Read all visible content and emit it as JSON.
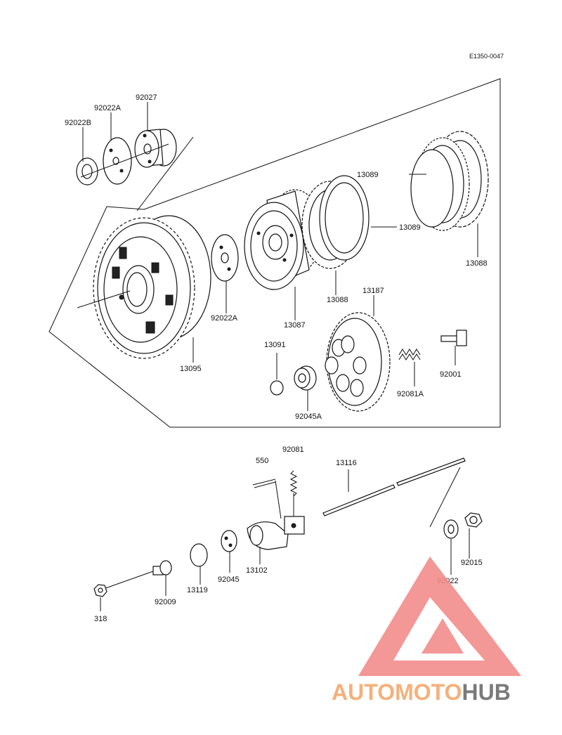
{
  "diagram": {
    "ref_code": "E1350-0047",
    "parts": {
      "p92022B": "92022B",
      "p92022A_top": "92022A",
      "p92027": "92027",
      "p13089_a": "13089",
      "p13089_b": "13089",
      "p13088_a": "13088",
      "p13088_b": "13088",
      "p92022A_mid": "92022A",
      "p13087": "13087",
      "p13187": "13187",
      "p13095": "13095",
      "p13091": "13091",
      "p92001": "92001",
      "p92081A": "92081A",
      "p92045A": "92045A",
      "p550": "550",
      "p92081": "92081",
      "p13116": "13116",
      "p92015": "92015",
      "p92022": "92022",
      "p13102": "13102",
      "p92045": "92045",
      "p13119": "13119",
      "p92009": "92009",
      "p318": "318"
    }
  },
  "watermark": {
    "brand_part1": "AUTOMOTO",
    "brand_part2": "HUB",
    "color_main": "#f28c8c",
    "color_accent": "#f5c08a",
    "color_dark": "#7a7a7a"
  }
}
